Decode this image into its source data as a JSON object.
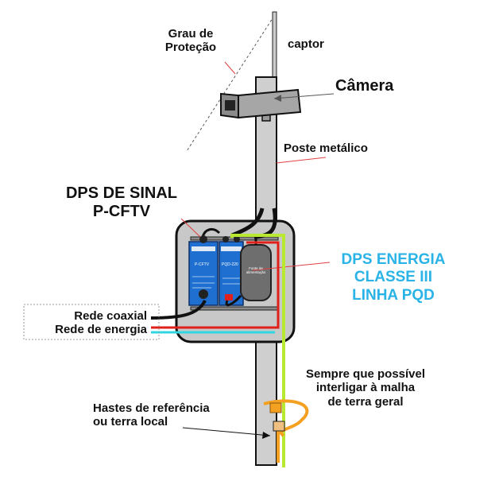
{
  "labels": {
    "grau_line1": "Grau de",
    "grau_line2": "Proteção",
    "captor": "captor",
    "camera": "Câmera",
    "poste": "Poste metálico",
    "dps_sinal_line1": "DPS DE SINAL",
    "dps_sinal_line2": "P-CFTV",
    "dps_energia_line1": "DPS ENERGIA",
    "dps_energia_line2": "CLASSE III",
    "dps_energia_line3": "LINHA PQD",
    "rede_coaxial": "Rede coaxial",
    "rede_energia": "Rede de energia",
    "sempre_line1": "Sempre que possível",
    "sempre_line2": "interligar à malha",
    "sempre_line3": "de terra geral",
    "hastes_line1": "Hastes de referência",
    "hastes_line2": "ou terra local"
  },
  "device_text": {
    "pcftv_module": "P-CFTV",
    "pqd_module": "PQD-220",
    "fonte": "Fonte de alimentação"
  },
  "colors": {
    "accent_blue_text": "#29b3e6",
    "dps_module_blue": "#1f6fd0",
    "enclosure_fill": "#c8c8c8",
    "pole_fill": "#cfcfcf",
    "wire_red": "#e0201a",
    "wire_cyan": "#30d6e0",
    "ground_green_yellow": "#b8e830",
    "ground_orange": "#f4a020",
    "leader_red": "#e04040",
    "outline": "#111111"
  }
}
